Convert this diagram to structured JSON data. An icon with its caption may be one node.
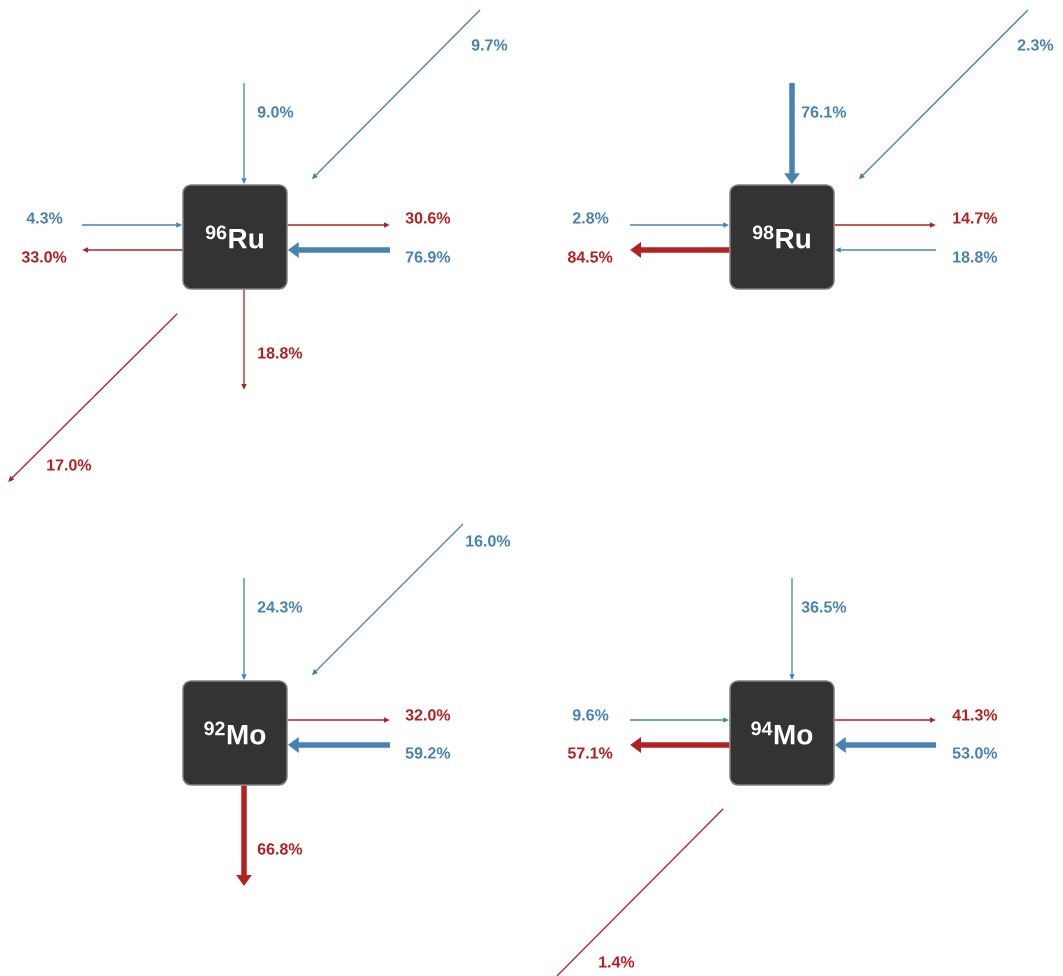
{
  "diagram": {
    "nodes": [
      {
        "text": [
          "$^{96}$Ru"
        ]
      },
      {
        "text": [
          "$^{98}$Ru"
        ]
      },
      {
        "text": [
          "$^{92}$Mo"
        ]
      },
      {
        "text": [
          "$^{94}$Mo"
        ]
      }
    ],
    "edges": [
      {
        "from": null,
        "to": 0,
        "arrow": "to",
        "label": "9.0%",
        "color": "#4682b4"
      },
      {
        "from": null,
        "to": 0,
        "arrow": "to",
        "label": "9.7%",
        "color": "#4682b4"
      },
      {
        "from": null,
        "to": 0,
        "arrow": "to",
        "label": "4.3%",
        "color": "#4682b4"
      },
      {
        "from": 0,
        "to": null,
        "arrow": "to",
        "label": "33.0%",
        "color": "#b22222"
      },
      {
        "from": 0,
        "to": null,
        "arrow": "to",
        "label": "30.6%",
        "color": "#b22222"
      },
      {
        "from": null,
        "to": 0,
        "arrow": "to",
        "label": "76.9%",
        "color": "#4682b4",
        "style": "thick"
      },
      {
        "from": 0,
        "to": null,
        "arrow": "to",
        "label": "18.8%",
        "color": "#b22222"
      },
      {
        "from": 0,
        "to": null,
        "arrow": "to",
        "label": "17.0%",
        "color": "#b22222"
      },
      {
        "from": null,
        "to": 1,
        "arrow": "to",
        "label": "76.1%",
        "color": "#4682b4",
        "style": "thick"
      },
      {
        "from": null,
        "to": 1,
        "arrow": "to",
        "label": "2.3%",
        "color": "#4682b4"
      },
      {
        "from": null,
        "to": 1,
        "arrow": "to",
        "label": "2.8%",
        "color": "#4682b4"
      },
      {
        "from": 1,
        "to": null,
        "arrow": "to",
        "label": "84.5%",
        "color": "#b22222",
        "style": "thick"
      },
      {
        "from": 1,
        "to": null,
        "arrow": "to",
        "label": "14.7%",
        "color": "#b22222"
      },
      {
        "from": null,
        "to": 1,
        "arrow": "to",
        "label": "18.8%",
        "color": "#4682b4"
      },
      {
        "from": null,
        "to": 2,
        "arrow": "to",
        "label": "24.3%",
        "color": "#4682b4"
      },
      {
        "from": null,
        "to": 2,
        "arrow": "to",
        "label": "16.0%",
        "color": "#4682b4"
      },
      {
        "from": 2,
        "to": null,
        "arrow": "to",
        "label": "32.0%",
        "color": "#b22222"
      },
      {
        "from": null,
        "to": 2,
        "arrow": "to",
        "label": "59.2%",
        "color": "#4682b4",
        "style": "thick"
      },
      {
        "from": 2,
        "to": null,
        "arrow": "to",
        "label": "66.8%",
        "color": "#b22222",
        "style": "thick"
      },
      {
        "from": null,
        "to": 3,
        "arrow": "to",
        "label": "36.5%",
        "color": "#4682b4"
      },
      {
        "from": null,
        "to": 3,
        "arrow": "to",
        "label": "9.6%",
        "color": "#4682b4"
      },
      {
        "from": 3,
        "to": null,
        "arrow": "to",
        "label": "57.1%",
        "color": "#b22222",
        "style": "thick"
      },
      {
        "from": 3,
        "to": null,
        "arrow": "to",
        "label": "41.3%",
        "color": "#b22222"
      },
      {
        "from": null,
        "to": 3,
        "arrow": "to",
        "label": "53.0%",
        "color": "#4682b4",
        "style": "thick"
      },
      {
        "from": 3,
        "to": null,
        "arrow": "none",
        "label": "1.4%",
        "color": "#b22222"
      }
    ]
  }
}
